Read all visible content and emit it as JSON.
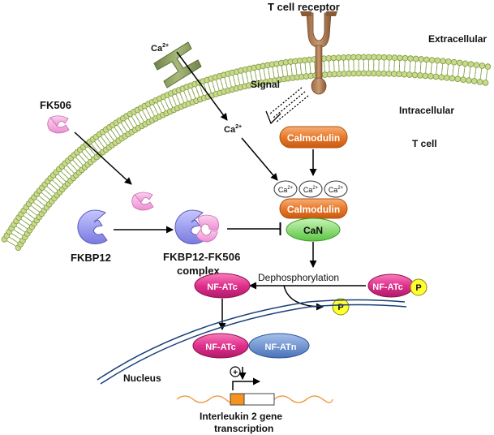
{
  "labels": {
    "t_cell_receptor": "T cell receptor",
    "extracellular": "Extracellular",
    "intracellular": "Intracellular",
    "t_cell": "T cell",
    "ca_channel": "Ca",
    "ca_cyto": "Ca",
    "charge": "2+",
    "signal": "Signal",
    "fk506": "FK506",
    "fkbp12": "FKBP12",
    "complex_line1": "FKBP12-FK506",
    "complex_line2": "complex",
    "calmodulin_top": "Calmodulin",
    "calmodulin_bottom": "Calmodulin",
    "ca_bubble": "Ca",
    "can": "CaN",
    "dephosphorylation": "Dephosphorylation",
    "nfatc_left": "NF-ATc",
    "nfatc_right": "NF-ATc",
    "p_attached": "P",
    "p_released": "P",
    "nfatc_nucleus": "NF-ATc",
    "nfatn": "NF-ATn",
    "nucleus": "Nucleus",
    "plus": "+",
    "gene_line1": "Interleukin 2 gene",
    "gene_line2": "transcription"
  },
  "colors": {
    "membrane": "#c9d98f",
    "membrane_edge": "#7d9a3a",
    "channel": "#8fa064",
    "receptor": "#b07d55",
    "fk506": "#f4a6de",
    "fkbp12": "#9090ee",
    "calmodulin": "#e8792a",
    "can": "#7fd96b",
    "nfatc": "#e0308c",
    "nfatn": "#5a84c8",
    "phosphate": "#ffff33",
    "nucleus_line": "#1a3f7a",
    "gene_wave": "#f0a050",
    "gene_box": "#f5931e"
  }
}
